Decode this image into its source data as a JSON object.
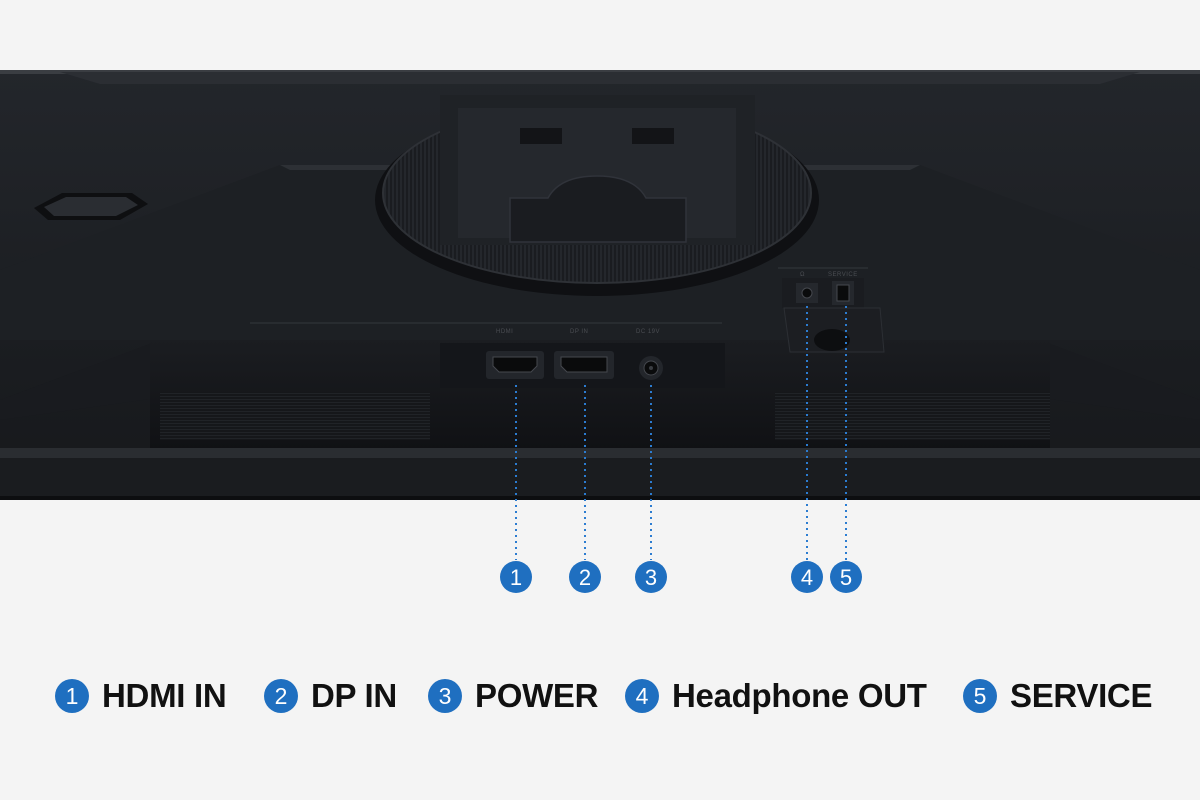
{
  "accent_color": "#1f6fc0",
  "port_labels": {
    "hdmi": "HDMI",
    "dp": "DP IN",
    "power": "DC 19V",
    "headphone": "Ω",
    "service": "SERVICE"
  },
  "callouts": [
    "1",
    "2",
    "3",
    "4",
    "5"
  ],
  "legend": [
    {
      "num": "1",
      "label": "HDMI IN"
    },
    {
      "num": "2",
      "label": "DP IN"
    },
    {
      "num": "3",
      "label": "POWER"
    },
    {
      "num": "4",
      "label": "Headphone OUT"
    },
    {
      "num": "5",
      "label": "SERVICE"
    }
  ]
}
